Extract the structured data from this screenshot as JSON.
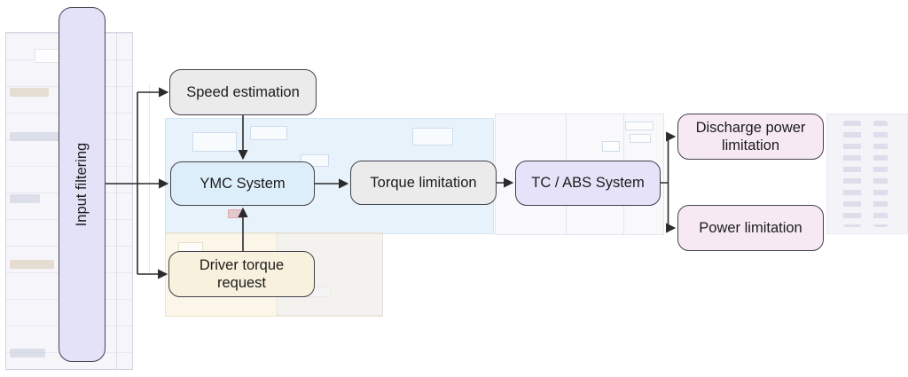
{
  "diagram": {
    "nodes": {
      "input_filtering": {
        "label": "Input filtering",
        "fill": "#e4e2f8"
      },
      "speed_estimation": {
        "label": "Speed estimation",
        "fill": "#ebebeb"
      },
      "ymc_system": {
        "label": "YMC System",
        "fill": "#ddeefb"
      },
      "driver_torque_request": {
        "label": "Driver torque request",
        "fill": "#f8f1dd"
      },
      "torque_limitation": {
        "label": "Torque limitation",
        "fill": "#ebebeb"
      },
      "tc_abs_system": {
        "label": "TC / ABS System",
        "fill": "#e5e2f9"
      },
      "discharge_power_limitation": {
        "label": "Discharge power limitation",
        "fill": "#f6e9f4"
      },
      "power_limitation": {
        "label": "Power limitation",
        "fill": "#f6e9f4"
      }
    },
    "edges": [
      {
        "from": "input_filtering",
        "to": "speed_estimation"
      },
      {
        "from": "input_filtering",
        "to": "ymc_system"
      },
      {
        "from": "input_filtering",
        "to": "driver_torque_request"
      },
      {
        "from": "speed_estimation",
        "to": "ymc_system"
      },
      {
        "from": "driver_torque_request",
        "to": "ymc_system"
      },
      {
        "from": "ymc_system",
        "to": "torque_limitation"
      },
      {
        "from": "torque_limitation",
        "to": "tc_abs_system"
      },
      {
        "from": "tc_abs_system",
        "to": "discharge_power_limitation"
      },
      {
        "from": "tc_abs_system",
        "to": "power_limitation"
      }
    ],
    "style": {
      "border": "#44414e",
      "arrow": "#2b2b2b",
      "text": "#1c1c1c",
      "canvas_bg": "#ffffff"
    }
  }
}
